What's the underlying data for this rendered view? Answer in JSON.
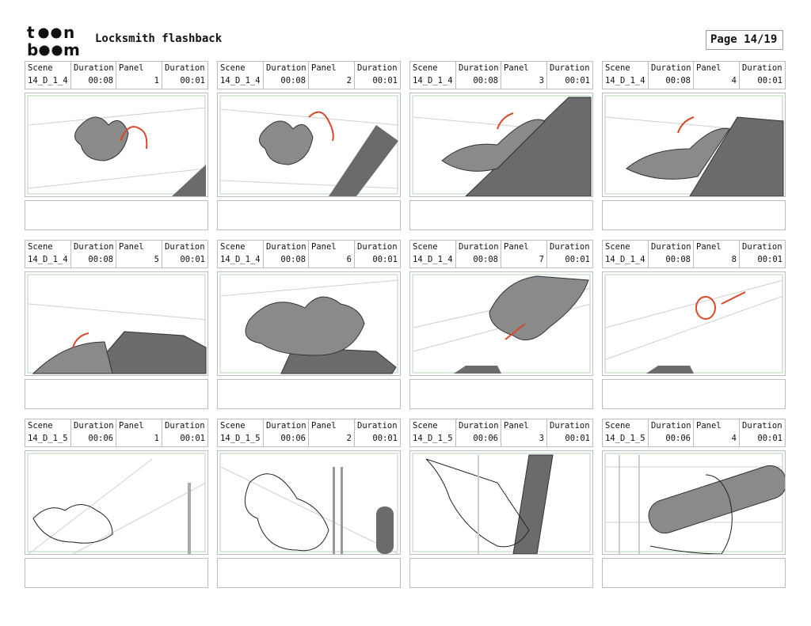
{
  "header": {
    "logo_text": "toon boom",
    "title": "Locksmith flashback",
    "page_label": "Page 14/19"
  },
  "labels": {
    "scene": "Scene",
    "duration": "Duration",
    "panel": "Panel"
  },
  "colors": {
    "sketch_gray": "#8a8a8a",
    "annotation_red": "#d9482b",
    "border": "#bdbdbd"
  },
  "panels": [
    {
      "scene": "14_D_1_4",
      "scene_duration": "00:08",
      "panel": "1",
      "duration": "00:01"
    },
    {
      "scene": "14_D_1_4",
      "scene_duration": "00:08",
      "panel": "2",
      "duration": "00:01"
    },
    {
      "scene": "14_D_1_4",
      "scene_duration": "00:08",
      "panel": "3",
      "duration": "00:01"
    },
    {
      "scene": "14_D_1_4",
      "scene_duration": "00:08",
      "panel": "4",
      "duration": "00:01"
    },
    {
      "scene": "14_D_1_4",
      "scene_duration": "00:08",
      "panel": "5",
      "duration": "00:01"
    },
    {
      "scene": "14_D_1_4",
      "scene_duration": "00:08",
      "panel": "6",
      "duration": "00:01"
    },
    {
      "scene": "14_D_1_4",
      "scene_duration": "00:08",
      "panel": "7",
      "duration": "00:01"
    },
    {
      "scene": "14_D_1_4",
      "scene_duration": "00:08",
      "panel": "8",
      "duration": "00:01"
    },
    {
      "scene": "14_D_1_5",
      "scene_duration": "00:06",
      "panel": "1",
      "duration": "00:01"
    },
    {
      "scene": "14_D_1_5",
      "scene_duration": "00:06",
      "panel": "2",
      "duration": "00:01"
    },
    {
      "scene": "14_D_1_5",
      "scene_duration": "00:06",
      "panel": "3",
      "duration": "00:01"
    },
    {
      "scene": "14_D_1_5",
      "scene_duration": "00:06",
      "panel": "4",
      "duration": "00:01"
    }
  ]
}
